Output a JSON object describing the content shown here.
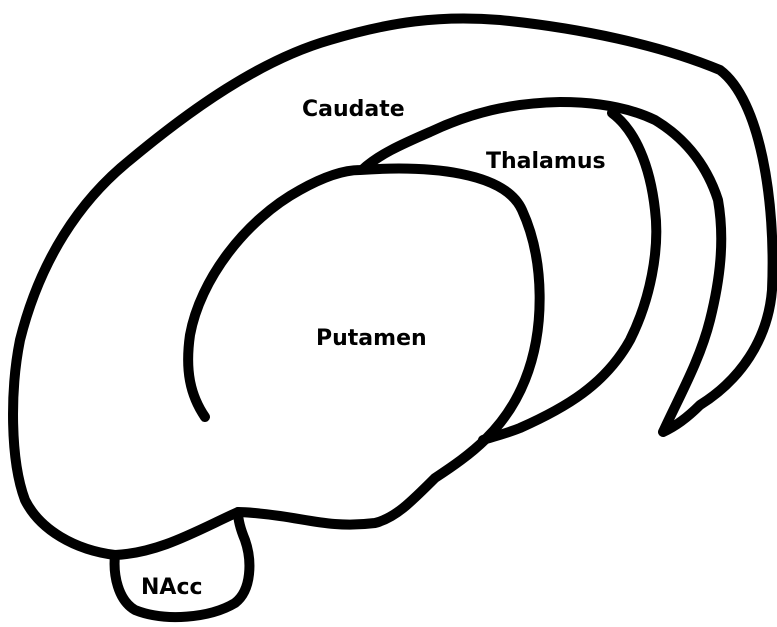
{
  "diagram": {
    "labels": {
      "caudate": "Caudate",
      "thalamus": "Thalamus",
      "putamen": "Putamen",
      "nacc": "NAcc"
    },
    "colors": {
      "stroke": "#000000",
      "background": "#ffffff"
    }
  }
}
